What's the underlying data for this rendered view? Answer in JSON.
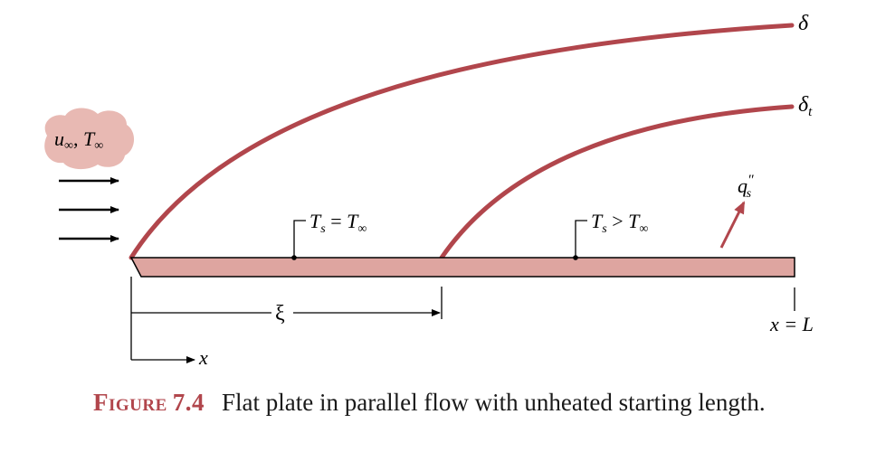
{
  "colors": {
    "boundary_layer": "#b1464c",
    "plate_fill": "#dea5a0",
    "free_stream_cloud": "#e8b9b3",
    "heat_flux_arrow": "#b1464c",
    "caption_label": "#b1464c"
  },
  "labels": {
    "velocity_boundary_layer": "δ",
    "thermal_boundary_layer": "δ",
    "thermal_subscript": "t",
    "free_stream": "u∞, T∞",
    "unheated_section": "Ts = T∞",
    "heated_section": "Ts > T∞",
    "heat_flux": "q″s",
    "starting_length": "ξ",
    "plate_end": "x = L",
    "x_axis": "x"
  },
  "caption": {
    "label": "Figure",
    "number": "7.4",
    "text": "Flat plate in parallel flow with unheated starting length."
  }
}
